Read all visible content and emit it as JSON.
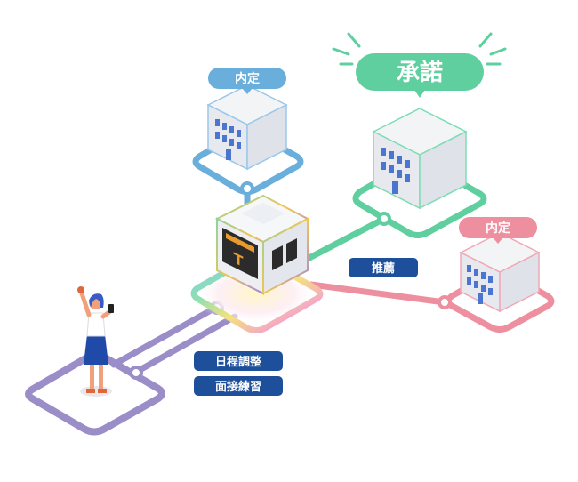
{
  "labels": {
    "naitei_top": "内定",
    "shodaku": "承諾",
    "naitei_right": "内定",
    "suisen": "推薦",
    "nittei": "日程調整",
    "mensetsu": "面接練習",
    "hub_sign": "T"
  },
  "colors": {
    "blue": "#6aaedc",
    "blue_dark": "#5b9fd0",
    "green": "#5fcf9f",
    "green_dark": "#3fbb86",
    "pink": "#ee8fa0",
    "pink_dark": "#e67387",
    "purple": "#9b8ec8",
    "navy": "#1d4f9a",
    "building_top": "#f3f4f6",
    "building_left": "#e7e9ee",
    "building_right": "#dfe2e8",
    "window": "#4a76cf"
  },
  "icons": {
    "person": "person-cheering-icon",
    "hub": "train-cube-icon"
  }
}
